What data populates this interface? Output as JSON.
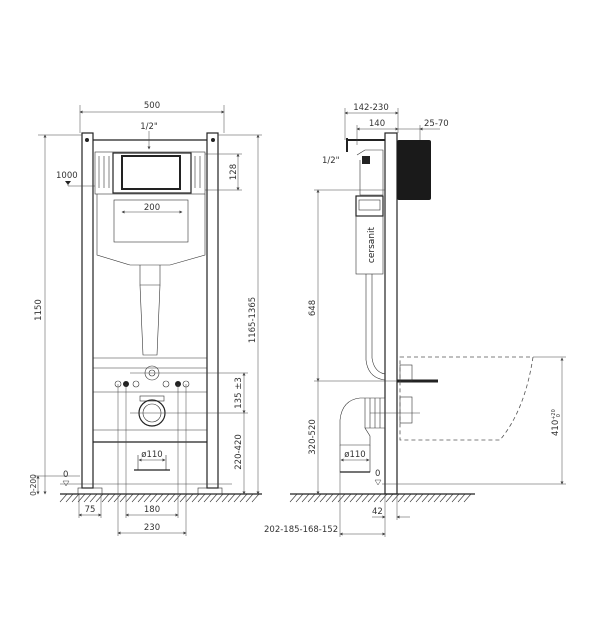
{
  "front_view": {
    "width_total": "500",
    "inlet": "1/2\"",
    "level_mark": "1000",
    "button_height": "128",
    "button_width": "200",
    "height_frame": "1150",
    "height_range": "1165-1365",
    "outlet_spacing": "135 ±3",
    "outlet_height": "220-420",
    "floor_adjust": "0-200",
    "zero_level": "0",
    "foot_width": "75",
    "stud_spacing": "180",
    "bolt_spacing": "230",
    "pipe_diameter": "ø110"
  },
  "side_view": {
    "depth_range": "142-230",
    "depth": "140",
    "wall_range": "25-70",
    "inlet": "1/2\"",
    "brand": "cersanit",
    "height_648": "648",
    "outlet_height": "320-520",
    "bowl_height": "410",
    "bowl_tolerance_upper": "+20",
    "bowl_tolerance_lower": "0",
    "pipe_diameter": "ø110",
    "zero_level": "0",
    "frame_depth": "42",
    "offset_range": "202-185-168-152"
  },
  "colors": {
    "line": "#222222",
    "background": "#ffffff",
    "panel": "#1a1a1a"
  }
}
